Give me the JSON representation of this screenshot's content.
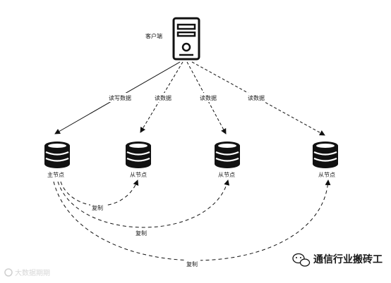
{
  "client": {
    "label": "客户端",
    "icon": "server-computer-icon"
  },
  "arrows": {
    "write": "读写数据",
    "read_1": "读数据",
    "read_2": "读数据",
    "read_3": "读数据"
  },
  "nodes": {
    "master": {
      "label": "主节点",
      "icon": "database-icon"
    },
    "slave_1": {
      "label": "从节点",
      "icon": "database-icon"
    },
    "slave_2": {
      "label": "从节点",
      "icon": "database-icon"
    },
    "slave_3": {
      "label": "从节点",
      "icon": "database-icon"
    }
  },
  "replication": {
    "label_1": "复制",
    "label_2": "复制",
    "label_3": "复制"
  },
  "watermark": {
    "left": "大数据期期",
    "right": "通信行业搬砖工"
  }
}
